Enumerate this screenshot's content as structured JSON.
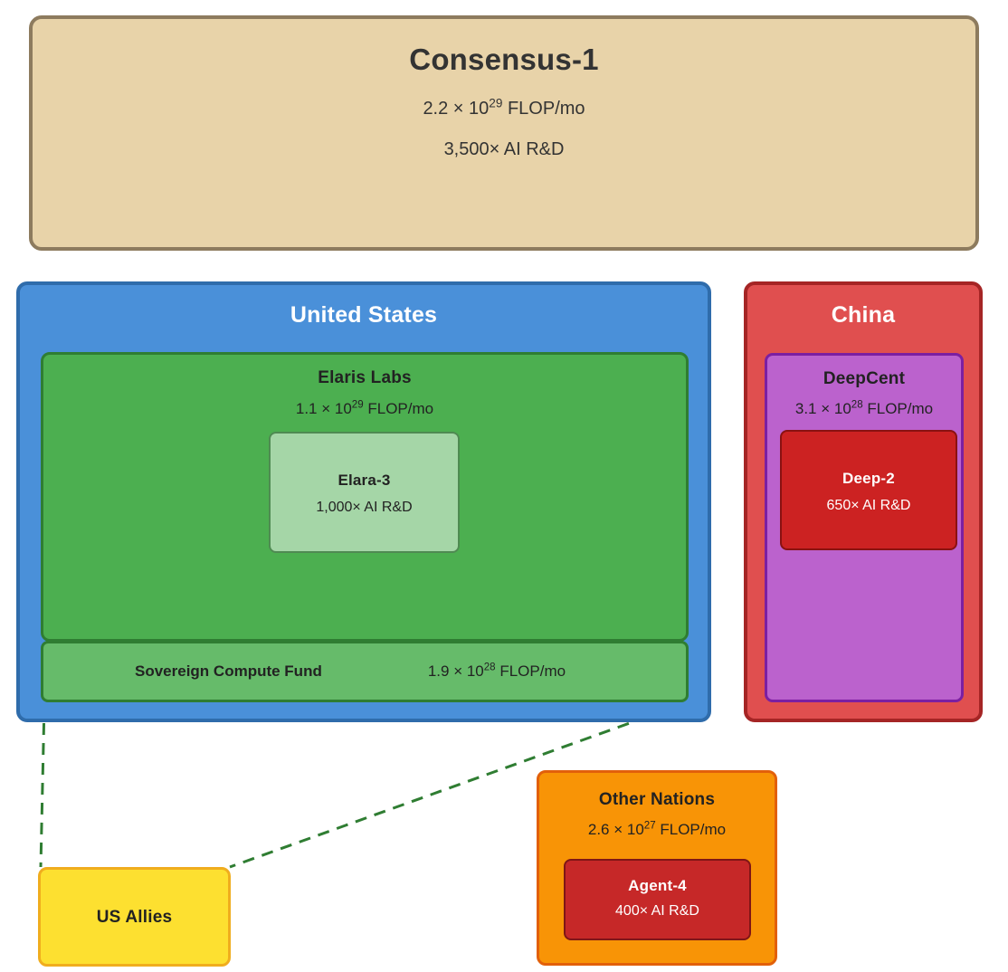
{
  "diagram": {
    "title": "AI compute and R&D hierarchy",
    "background": "#ffffff"
  },
  "nodes": {
    "consensus": {
      "name": "Consensus-1",
      "compute": "2.2 × 10<sup>29</sup> FLOP/mo",
      "rnd": "3,500× AI R&D",
      "fill": "#e8d3a9",
      "stroke": "#8d7b5e"
    },
    "united_states": {
      "name": "United States",
      "fill": "#4a90d9",
      "stroke": "#2f6cab"
    },
    "elaris_labs": {
      "name": "Elaris Labs",
      "compute": "1.1 × 10<sup>29</sup> FLOP/mo",
      "fill": "#4caf50",
      "stroke": "#2f7d32"
    },
    "elara_3": {
      "name": "Elara-3",
      "rnd": "1,000× AI R&D",
      "fill": "#a5d6a7",
      "stroke": "#4f8a52"
    },
    "sovereign_compute_fund": {
      "name": "Sovereign Compute Fund",
      "compute": "1.9 × 10<sup>28</sup> FLOP/mo",
      "fill": "#66bb6a",
      "stroke": "#2f7d32"
    },
    "china": {
      "name": "China",
      "fill": "#e04f4f",
      "stroke": "#a52525"
    },
    "deepcent": {
      "name": "DeepCent",
      "compute": "3.1 × 10<sup>28</sup> FLOP/mo",
      "fill": "#bb62cd",
      "stroke": "#7b1fa2"
    },
    "deep_2": {
      "name": "Deep-2",
      "rnd": "650× AI R&D",
      "fill": "#cc2222",
      "stroke": "#8a1111"
    },
    "other_nations": {
      "name": "Other Nations",
      "compute": "2.6 × 10<sup>27</sup> FLOP/mo",
      "fill": "#f89406",
      "stroke": "#e2600a"
    },
    "agent_4": {
      "name": "Agent-4",
      "rnd": "400× AI R&D",
      "fill": "#c62828",
      "stroke": "#7f1616"
    },
    "us_allies": {
      "name": "US Allies",
      "fill": "#fde030",
      "stroke": "#f0ad1e"
    }
  },
  "connectors": {
    "style": "dashed",
    "color": "#2f7d32",
    "width": 3,
    "edges": [
      {
        "from": "elara_3",
        "to": "sovereign_compute_fund",
        "side": "left"
      },
      {
        "from": "elara_3",
        "to": "sovereign_compute_fund",
        "side": "right"
      },
      {
        "from": "sovereign_compute_fund",
        "to": "us_allies",
        "side": "left"
      },
      {
        "from": "sovereign_compute_fund",
        "to": "us_allies",
        "side": "right"
      }
    ]
  }
}
